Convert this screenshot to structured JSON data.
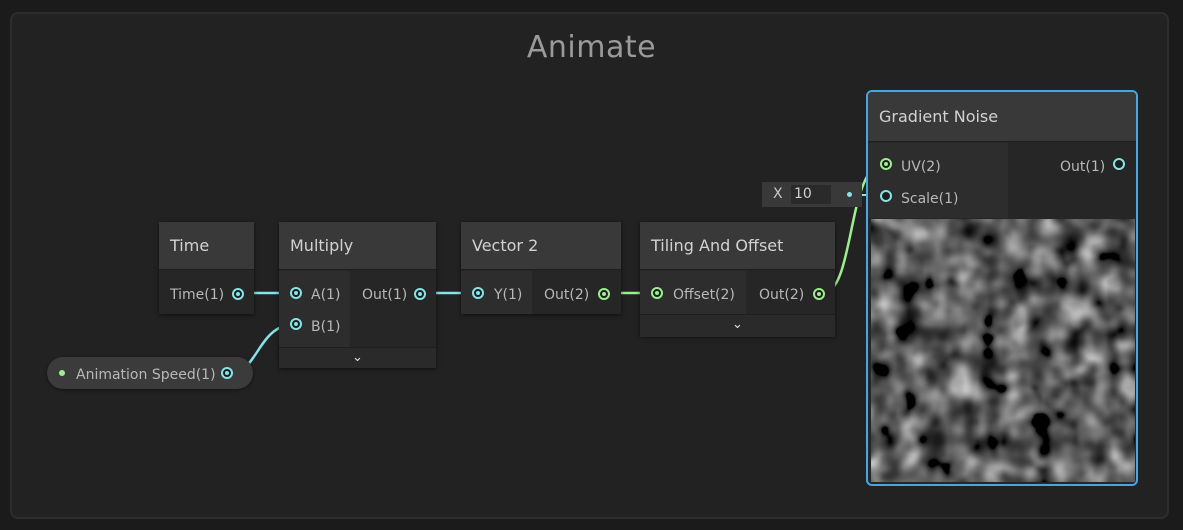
{
  "group": {
    "title": "Animate"
  },
  "nodes": {
    "time": {
      "title": "Time",
      "out": "Time(1)"
    },
    "multiply": {
      "title": "Multiply",
      "in_a": "A(1)",
      "in_b": "B(1)",
      "out": "Out(1)"
    },
    "vector2": {
      "title": "Vector 2",
      "in_y": "Y(1)",
      "out": "Out(2)"
    },
    "tiling": {
      "title": "Tiling And Offset",
      "in_offset": "Offset(2)",
      "out": "Out(2)"
    },
    "noise": {
      "title": "Gradient Noise",
      "in_uv": "UV(2)",
      "in_scale": "Scale(1)",
      "out": "Out(1)"
    }
  },
  "property": {
    "label": "Animation Speed(1)"
  },
  "scale_field": {
    "axis": "X",
    "value": "10"
  },
  "colors": {
    "float_port": "#84e4e7",
    "vector2_port": "#9cef8e",
    "selection": "#44a7e2"
  },
  "icons": {
    "expand": "chevron-down-icon"
  }
}
